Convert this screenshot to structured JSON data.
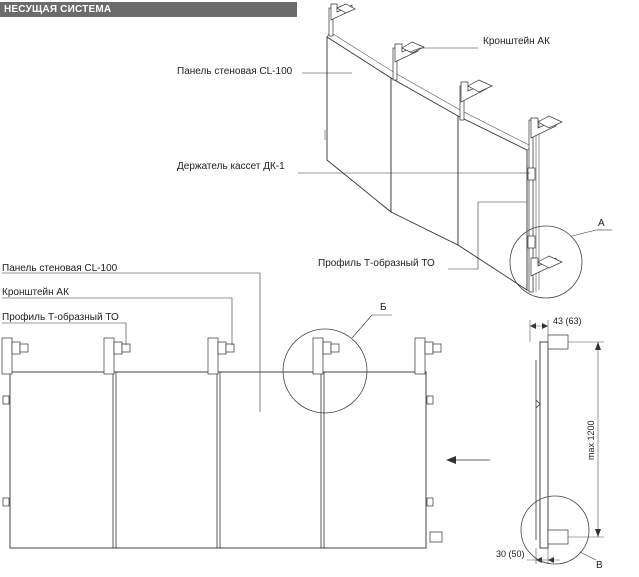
{
  "header": {
    "title": "НЕСУЩАЯ СИСТЕМА"
  },
  "labels": {
    "iso_bracket": "Кронштейн АК",
    "iso_panel": "Панель стеновая CL-100",
    "iso_holder": "Держатель кассет ДК-1",
    "iso_profile": "Профиль Т-образный ТО",
    "front_panel": "Панель стеновая CL-100",
    "front_bracket": "Кронштейн АК",
    "front_profile": "Профиль Т-образный ТО"
  },
  "callouts": {
    "a": "А",
    "b": "Б",
    "v": "В"
  },
  "dimensions": {
    "depth": "43 (63)",
    "height": "max 1200",
    "offset": "30 (50)"
  }
}
